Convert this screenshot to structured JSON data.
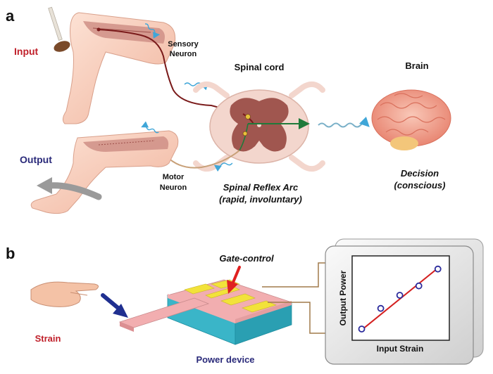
{
  "panel_a": {
    "letter": "a",
    "input_label": "Input",
    "output_label": "Output",
    "sensory_neuron": [
      "Sensory",
      "Neuron"
    ],
    "motor_neuron": [
      "Motor",
      "Neuron"
    ],
    "spinal_cord": "Spinal cord",
    "brain": "Brain",
    "reflex_arc": [
      "Spinal Reflex Arc",
      "(rapid, involuntary)"
    ],
    "decision": [
      "Decision",
      "(conscious)"
    ]
  },
  "panel_b": {
    "letter": "b",
    "strain_label": "Strain",
    "gate_control": "Gate-control",
    "power_device": "Power device"
  },
  "chart_data": {
    "type": "scatter",
    "title": "",
    "xlabel": "Input Strain",
    "ylabel": "Output Power",
    "x_ticks": false,
    "y_ticks": false,
    "points": [
      {
        "x": 1,
        "y": 1.0
      },
      {
        "x": 2,
        "y": 2.1
      },
      {
        "x": 3,
        "y": 2.8
      },
      {
        "x": 4,
        "y": 3.3
      },
      {
        "x": 5,
        "y": 4.2
      }
    ],
    "fit_line": {
      "x": [
        1,
        5
      ],
      "y": [
        0.95,
        4.25
      ]
    },
    "xlim": [
      0.5,
      5.6
    ],
    "ylim": [
      0.4,
      4.9
    ],
    "marker_color": "#2b2b9c",
    "line_color": "#d42020"
  },
  "colors": {
    "input": "#c0202a",
    "output": "#2a2a7a",
    "power_device": "#2a2a7a",
    "strain": "#c0202a",
    "skin": "#f6c7b3",
    "muscle": "#cf8f86",
    "cord_outer": "#f3d6cd",
    "cord_inner": "#a0564f",
    "brain": "#f1a08c",
    "substrate": "#3ab5c8",
    "film": "#f2aeb0",
    "electrode": "#f2e23a",
    "sensory_nerve": "#7a1a1a",
    "motor_nerve": "#c8a078",
    "signal_wave": "#3fa6d8",
    "gate_arrow": "#e02020",
    "finger_arrow": "#1f2f90"
  },
  "icons": {
    "input_icon": "hammer-icon",
    "output_icon": "curved-arrow-icon",
    "strain_icon": "hand-icon",
    "brain_icon": "brain-icon",
    "spinal_icon": "spinal-cord-icon"
  }
}
